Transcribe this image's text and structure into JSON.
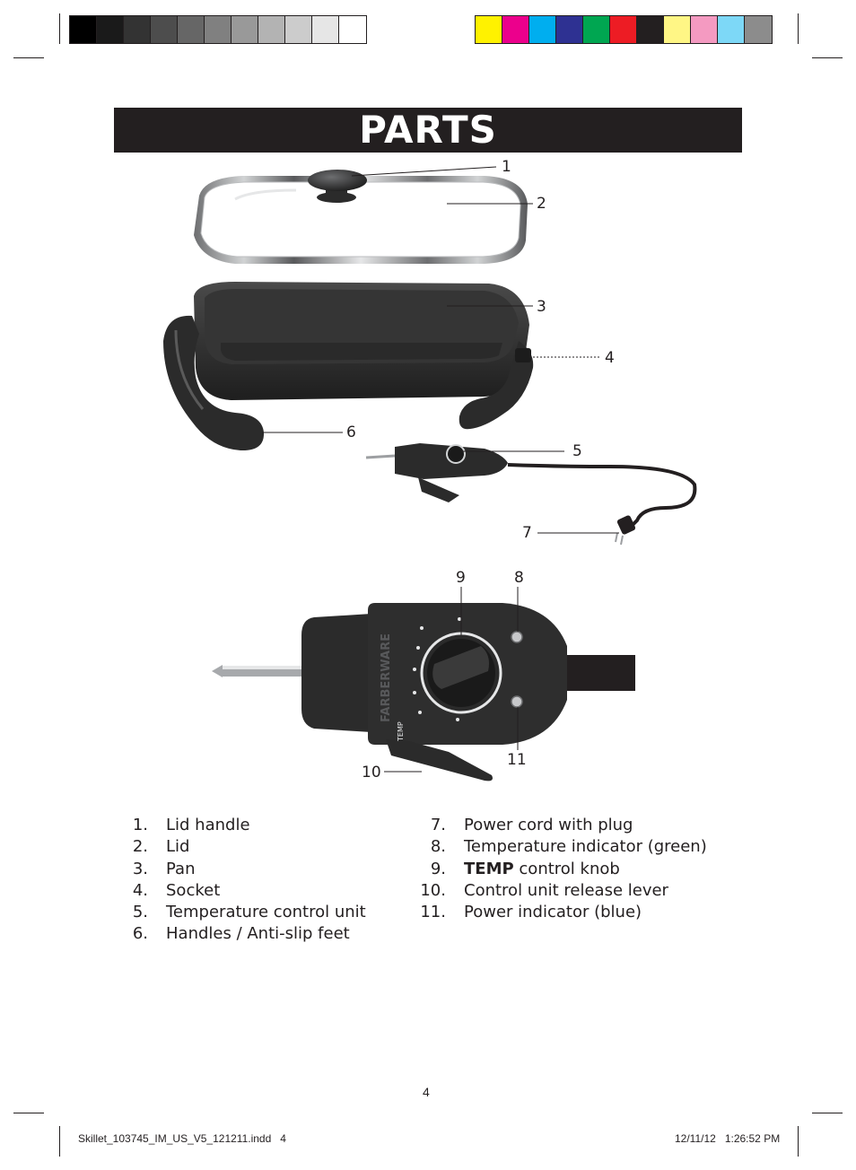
{
  "color_bar": {
    "grayscale": [
      "#000000",
      "#1a1a1a",
      "#333333",
      "#4d4d4d",
      "#666666",
      "#808080",
      "#999999",
      "#b3b3b3",
      "#cccccc",
      "#e6e6e6",
      "#ffffff"
    ],
    "colors": [
      "#fff200",
      "#ec008c",
      "#00aeef",
      "#2e3192",
      "#00a651",
      "#ed1c24",
      "#231f20",
      "#fff685",
      "#f49ac1",
      "#7dd8f7",
      "#8c8c8c"
    ]
  },
  "title": "PARTS",
  "callouts": {
    "c1": "1",
    "c2": "2",
    "c3": "3",
    "c4": "4",
    "c5": "5",
    "c6": "6",
    "c7": "7",
    "c8": "8",
    "c9": "9",
    "c10": "10",
    "c11": "11"
  },
  "control_unit_print": {
    "brand": "FARBERWARE",
    "temp_label": "TEMP"
  },
  "parts_left": [
    {
      "num": "1.",
      "label": "Lid handle"
    },
    {
      "num": "2.",
      "label": "Lid"
    },
    {
      "num": "3.",
      "label": "Pan"
    },
    {
      "num": "4.",
      "label": "Socket"
    },
    {
      "num": "5.",
      "label": "Temperature control unit"
    },
    {
      "num": "6.",
      "label": "Handles / Anti-slip feet"
    }
  ],
  "parts_right": [
    {
      "num": "7.",
      "label": "Power cord with plug"
    },
    {
      "num": "8.",
      "label": "Temperature indicator (green)"
    },
    {
      "num": "9.",
      "bold": "TEMP",
      "label": " control knob"
    },
    {
      "num": "10.",
      "label": "Control unit release lever"
    },
    {
      "num": "11.",
      "label": "Power indicator (blue)"
    }
  ],
  "page_number": "4",
  "footer": {
    "file": "Skillet_103745_IM_US_V5_121211.indd   4",
    "timestamp": "12/11/12   1:26:52 PM"
  }
}
